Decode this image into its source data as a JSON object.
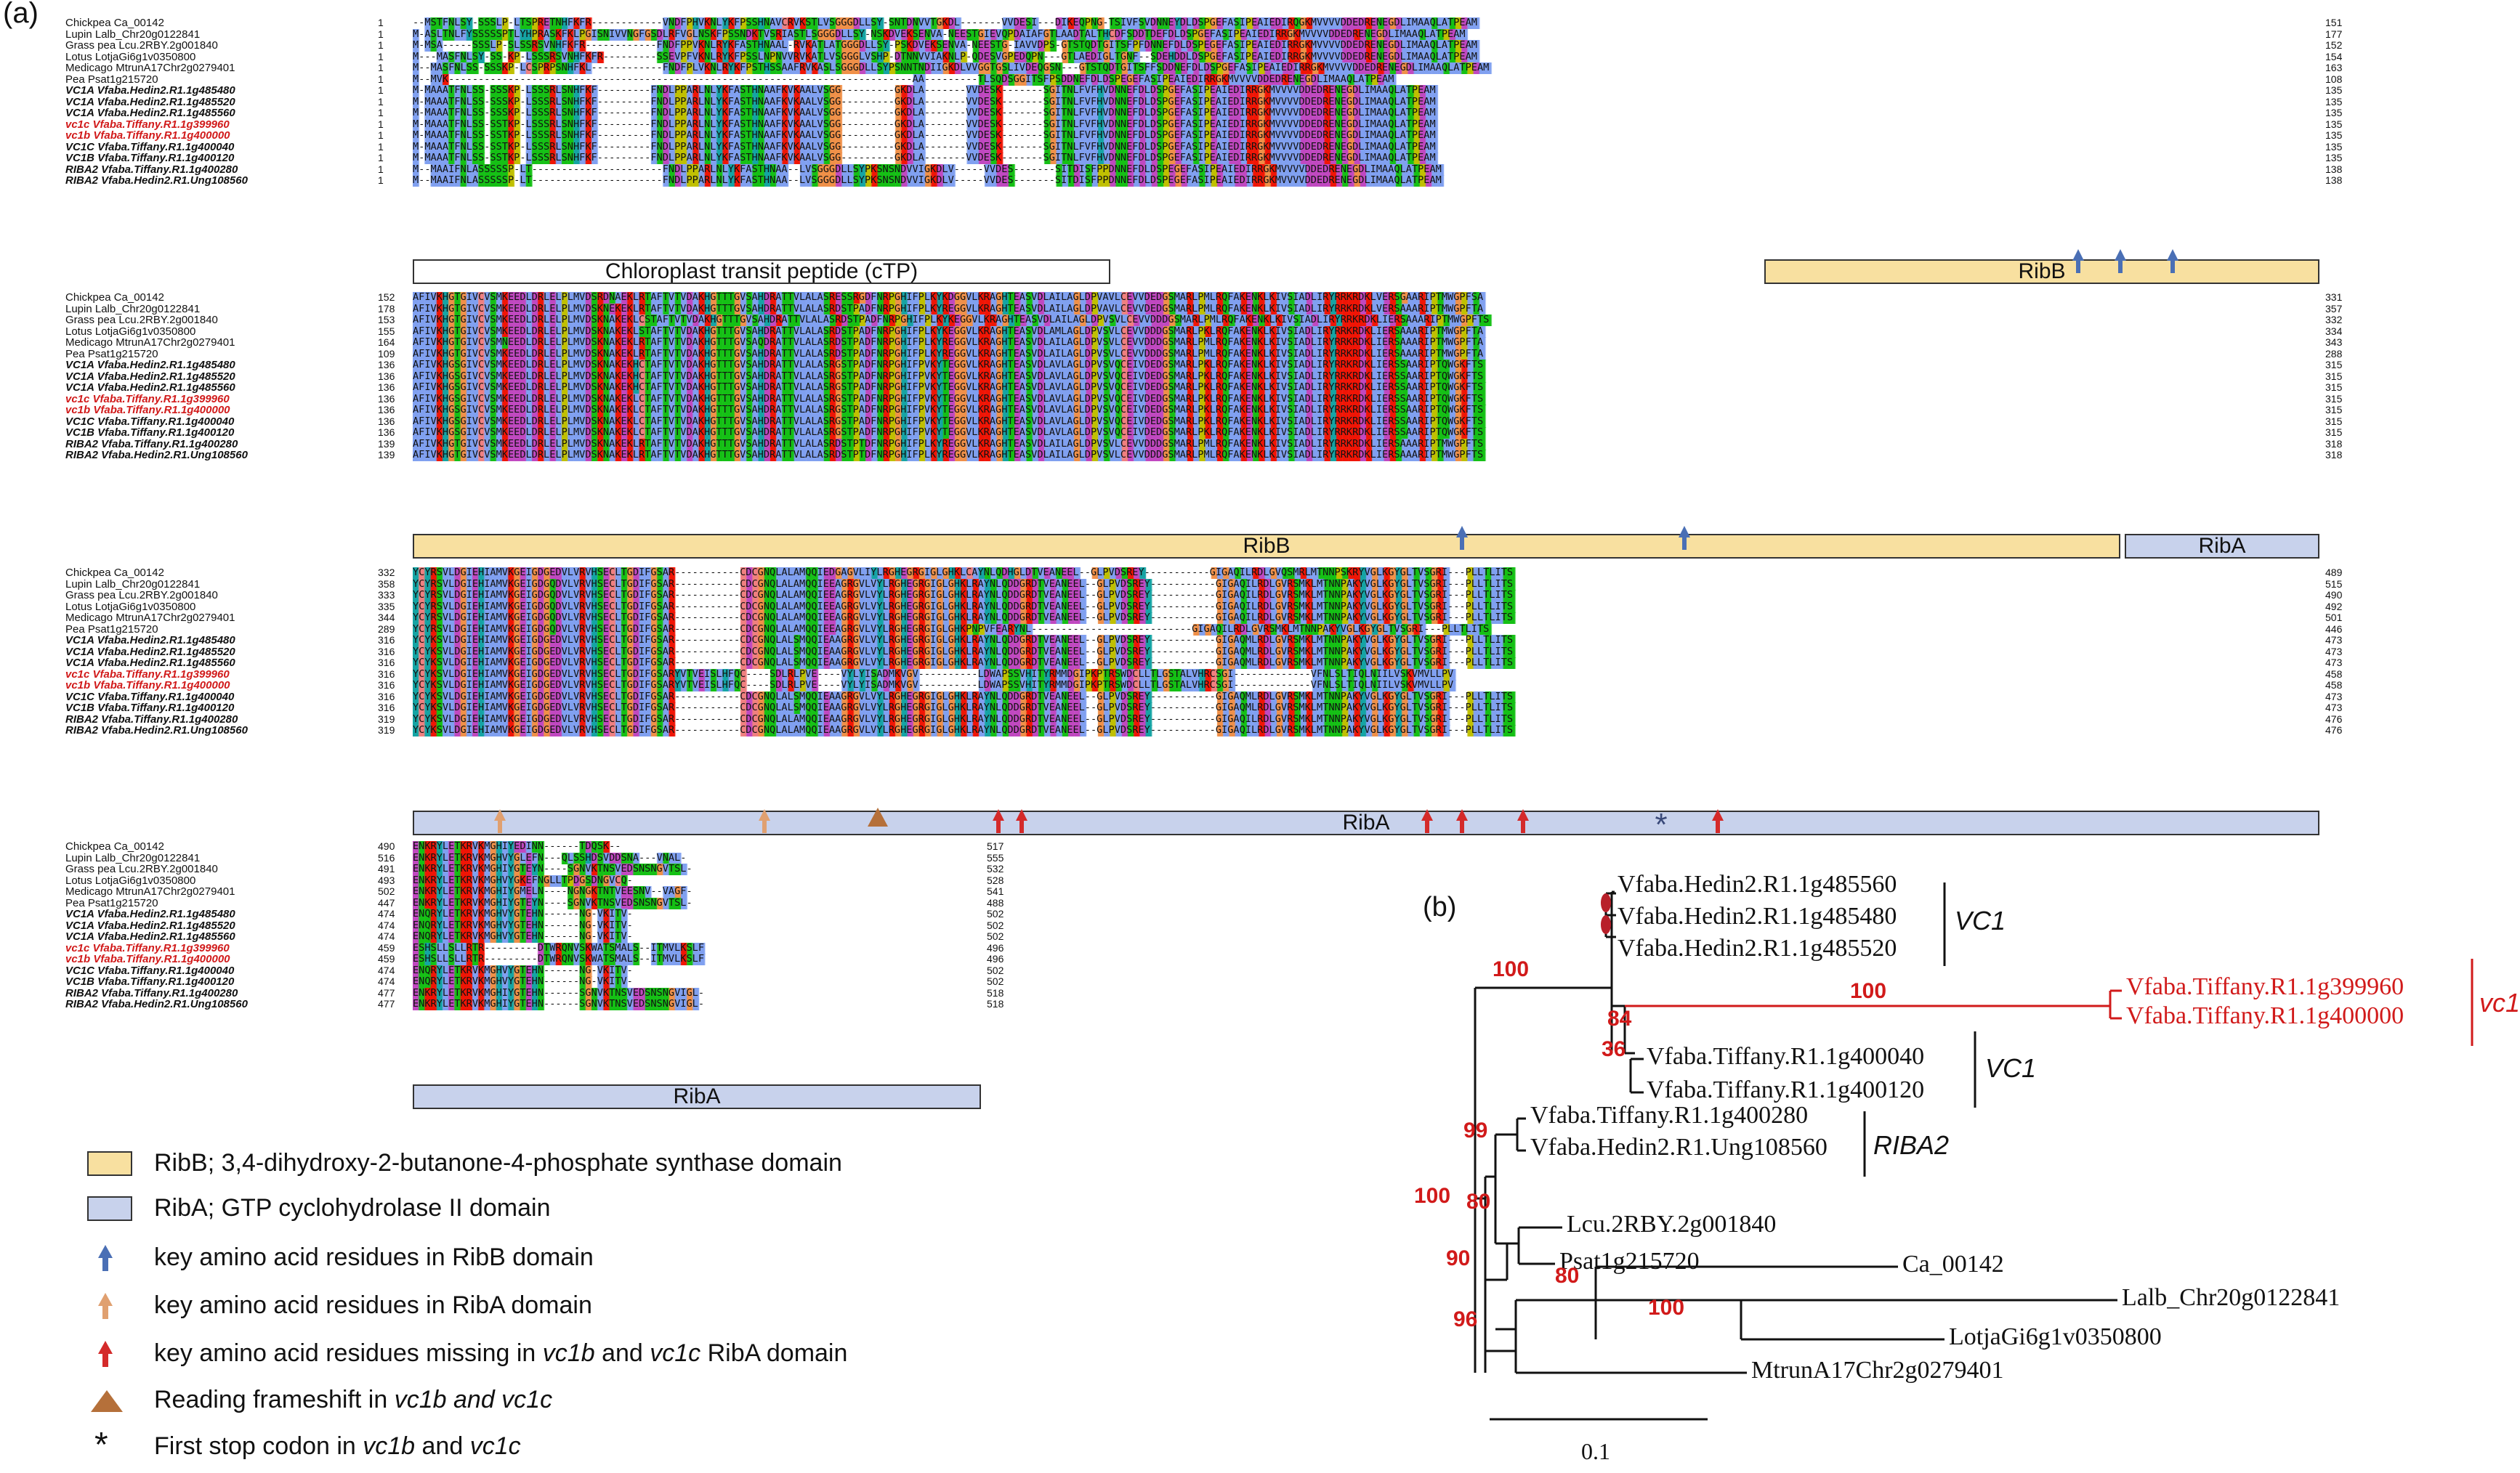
{
  "panel_a_label": "(a)",
  "panel_b_label": "(b)",
  "sequence_names": [
    {
      "label": "Chickpea Ca_00142",
      "style": "plain"
    },
    {
      "label": "Lupin Lalb_Chr20g0122841",
      "style": "plain"
    },
    {
      "label": "Grass pea Lcu.2RBY.2g001840",
      "style": "plain"
    },
    {
      "label": "Lotus LotjaGi6g1v0350800",
      "style": "plain"
    },
    {
      "label": "Medicago MtrunA17Chr2g0279401",
      "style": "plain"
    },
    {
      "label": "Pea Psat1g215720",
      "style": "plain"
    },
    {
      "label": "VC1A Vfaba.Hedin2.R1.1g485480",
      "style": "bold"
    },
    {
      "label": "VC1A Vfaba.Hedin2.R1.1g485520",
      "style": "bold"
    },
    {
      "label": "VC1A Vfaba.Hedin2.R1.1g485560",
      "style": "bold"
    },
    {
      "label": "vc1c Vfaba.Tiffany.R1.1g399960",
      "style": "red"
    },
    {
      "label": "vc1b Vfaba.Tiffany.R1.1g400000",
      "style": "red"
    },
    {
      "label": "VC1C Vfaba.Tiffany.R1.1g400040",
      "style": "bold"
    },
    {
      "label": "VC1B Vfaba.Tiffany.R1.1g400120",
      "style": "bold"
    },
    {
      "label": "RIBA2 Vfaba.Tiffany.R1.1g400280",
      "style": "bold"
    },
    {
      "label": "RIBA2 Vfaba.Hedin2.R1.Ung108560",
      "style": "bold"
    }
  ],
  "blocks": [
    {
      "start_numbers": [
        "1",
        "1",
        "1",
        "1",
        "1",
        "1",
        "1",
        "1",
        "1",
        "1",
        "1",
        "1",
        "1",
        "1",
        "1"
      ],
      "end_numbers": [
        "151",
        "177",
        "152",
        "154",
        "163",
        "108",
        "135",
        "135",
        "135",
        "135",
        "135",
        "135",
        "135",
        "138",
        "138"
      ],
      "sequences": [
        "--MSTFNLSY-SSSLP-LTSPRETNHFKFR------------VNDFPHVKNLYKFPSSHNAVCRVKSTLVSGGGDLLSY-SNTDNVVTGKDL-------VVDESI---DIKEQPNG-TSIVFSVDNNEYDLDSPGEFASIPEAIEDIRQGKMVVVVDDEDRENEGDLIMAAQLATPEAM",
        "M-ASLTNLFYSSSSSPTLYHPRASKFKLPGISNIVVNGFGSDLRFVGLNSKFPSSNDKTVSRIASTLSGGGDLLSY-NSKDVEKSENVA-NEESTGIEVQPDAIAFGTLAADTALTHCDFSDDTDEFDLDSPGEFASIPEAIEDIRRGKMVVVVDDEDRENEGDLIMAAQLATPEAM",
        "M-MSA-----SSSLP-SLSSRSVNHFKFR------------FNDFPPVKNLRYKFASTHNAAL-RVKATLATGGGDLLSY-PSKDVEKSENVA-NEESTG-IAVVDPS-GTSTQDTGITSFPFDNNEFDLDSPEGEFASIPEAIEDIRRGKMVVVVDDEDRENEGDLIMAAQLATPEAM",
        "M---MASFNLSY-SS-KP-LSSSRSVNHFKFR---------SSEVPFVKNLRYKFPSSLNPNVVRVKATLVSGGGLVSHP-DTNNVVIAKNLP-QDESVGPEDQPN---GTLAEDIGLTGNF--SDEHDDLDSPGEFASIPEAIEDIRRGKMVVVVDDEDRENEGDLIMAAQLATPEAM",
        "M--MASFNLSS-SSSKP-LCSPRPSNHFKL------------FNDFPLVKNLRYKFPSTHSSAAFRVKASLSGGGDLLSYPSNNTNDIIGKDLVVGGTGSLIVDEQGSN---GTSTQDTGITSFFSDDNEFDLDSPGEFASIPEAIEDIRRGKMVVVVDDEDRENEGDLIMAAQLATPEAM",
        "M--MVK------------------------------------------------------------------------------AA---------TLSQDSGGITSFPSDDNEFDLDSPEGEFASIPEAIEDIRRGKMVVVVDDEDRENEGDLIMAAQLATPEAM",
        "M-MAAATFNLSS-SSSKP-LSSSRLSNHFKF---------FNDLPPARLNLYKFASTHNAAFKVKAALVSGG---------GKDLA-------VVDESK-------SGITNLFVFHVDNNEFDLDSPGEFASIPEAIEDIRRGKMVVVVDDEDRENEGDLIMAAQLATPEAM",
        "M-MAAATFNLSS-SSSKP-LSSSRLSNHFKF---------FNDLPPARLNLYKFASTHNAAFKVKAALVSGG---------GKDLA-------VVDESK-------SGITNLFVFHVDNNEFDLDSPGEFASIPEAIEDIRRGKMVVVVDDEDRENEGDLIMAAQLATPEAM",
        "M-MAAATFNLSS-SSSKP-LSSSRLSNHFKF---------FNDLPPARLNLYKFASTHNAAFKVKAALVSGG---------GKDLA-------VVDESK-------SGITNLFVFHVDNNEFDLDSPGEFASIPEAIEDIRRGKMVVVVDDEDRENEGDLIMAAQLATPEAM",
        "M-MAAATFNLSS-SSTKP-LSSSRLSNHFKF---------FNDLPPARLNLYKFASTHNAAFKVKAALVSGG---------GKDLA-------VVDESK-------SGITNLFVFHVDNNEFDLDSPGEFASIPEAIEDIRRGKMVVVVDDEDRENEGDLIMAAQLATPEAM",
        "M-MAAATFNLSS-SSTKP-LSSSRLSNHFKF---------FNDLPPARLNLYKFASTHNAAFKVKAALVSGG---------GKDLA-------VVDESK-------SGITNLFVFHVDNNEFDLDSPGEFASIPEAIEDIRRGKMVVVVDDEDRENEGDLIMAAQLATPEAM",
        "M-MAAATFNLSS-SSTKP-LSSSRLSNHFKF---------FNDLPPARLNLYKFASTHNAAFKVKAALVSGG---------GKDLA-------VVDESK-------SGITNLFVFHVDNNEFDLDSPGEFASIPEAIEDIRRGKMVVVVDDEDRENEGDLIMAAQLATPEAM",
        "M-MAAATFNLSS-SSTKP-LSSSRLSNHFKF---------FNDLPPARLNLYKFASTHNAAFKVKAALVSGG---------GKDLA-------VVDESK-------SGITNLFVFHVDNNEFDLDSPGEFASIPEAIEDIRRGKMVVVVDDEDRENEGDLIMAAQLATPEAM",
        "M--MAAIFNLASSSSSP-LT----------------------FNDLPPARLNLYKFASTHNAA--LVSGGGDLLSYPKSNSNDVVIGKDLV-----VVDES-------SITDISFPPDNNEFDLDSPEGEFASIPEAIEDIRRGKMVVVVDDEDRENEGDLIMAAQLATPEAM",
        "M--MAAIFNLASSSSSP-LT----------------------FNDLPPARLNLYKFASTHNAA--LVSGGGDLLSYPKSNSNDVVIGKDLV-----VVDES-------SITDISFPPDNNEFDLDSPEGEFASIPEAIEDIRRGKMVVVVDDEDRENEGDLIMAAQLATPEAM"
      ]
    },
    {
      "start_numbers": [
        "152",
        "178",
        "153",
        "155",
        "164",
        "109",
        "136",
        "136",
        "136",
        "136",
        "136",
        "136",
        "136",
        "139",
        "139"
      ],
      "end_numbers": [
        "331",
        "357",
        "332",
        "334",
        "343",
        "288",
        "315",
        "315",
        "315",
        "315",
        "315",
        "315",
        "315",
        "318",
        "318"
      ],
      "sequences": [
        "AFIVKHGTGIVCVSMKEEDLDRLELPLMVDSRDNAEKLRTAFTVTVDAKHGTTTGVSAHDRATTVLALASRESSRGDFNRPGHIFPLKYKDGGVLKRAGHTEASVDLAILAGLDPVAVLCEVVDEDGSMARLPMLRQFAKENKLKIVSIADLIRYRRKRDKLVERSGAARIPTMWGPFSA",
        "AFIVKHGTGIVCVSMKEEDLDRLELPLMVDSKNEKEKLRTAFTVTVDAKHGTTTGVSAHDRATTVLALASRDSTPADFNRPGHIFPLKYREGGVLKRAGHTEASVDLAILAGLDPVAVLCEVVDEDGSMARLPMLRQFAKENKLKIVSIADLIRYRRKRDKLVERSAAARIPTMWGPFTA",
        "AFIVKHGTGIVCVSMKEEDLDRLELPLMVDSKNAKEKLCSTAFTVTVDAKHGTTTGVSAHDRATTVLALASRDSTPADFNRPGHIFPLKYKEGGVLKRAGHTEASVDLAILAGLDPVSVLCEVVDDDGSMARLPMLRQFAKENKLKIVSIADLIRYRRKRDKLIERSAAARIPTMWGPFTS",
        "AFIVKHGTGIVCVSMKEEDLDRLELPLMVDSKNAKEKLSTAFTVTVDAKHGTTTGVSAHDRATTVLALASRDSTPADFNRPGHIFPLKYKEGGVLKRAGHTEASVDLAMLAGLDPVSVLCEVVDDDGSMARLPKLRQFAKENKLKIVSIADLIRYRRKRDKLIERSAAARIPTMWGPFTA",
        "AFIVKHGTGIVCVSMNEEDLDRLELPLMVDSKNAKEKLRTAFTVTVDAKHGTTTGVSAQDRATTVLALASRDSTPADFNRPGHIFPLKYREGGVLKRAGHTEASVDLAILAGLDPVSVLCEVVDDDGSMARLPMLRQFAKENKLKIVSIADLIRYRRKRDKLIERSAAARIPTMWGPFTA",
        "AFIVKHGTGIVCVSMKEEDLDRLELPLMVDSKNAKEKLRTAFTVTVDAKHGTTTGVSAHDRATTVLALASRDSTPADFNRPGHIFPLKYREGGVLKRAGHTEASVDLAILAGLDPVSVLCEVVDDDGSMARLPMLRQFAKENKLKIVSIADLIRYRRKRDKLIERSAAARIPTMWGPFTA",
        "AFIVKHGSGIVCVSMKEEDLDRLELPLMVDSKNAKEKHCTAFTVTVDAKHGTTTGVSAHDRATTVLALASRGSTPADFNRPGHIFPVKYTEGGVLKRAGHTEASVDLAVLAGLDPVSVQCEIVDEDGSMARLPKLRQFAKENKLKIVSIADLIRYRRKRDKLIERSSAARIPTQWGKFTS",
        "AFIVKHGSGIVCVSMKEEDLDRLELPLMVDSKNAKEKHCTAFTVTVDAKHGTTTGVSAHDRATTVLALASRGSTPADFNRPGHIFPVKYTEGGVLKRAGHTEASVDLAVLAGLDPVSVQCEIVDEDGSMARLPKLRQFAKENKLKIVSIADLIRYRRKRDKLIERSSAARIPTQWGKFTS",
        "AFIVKHGSGIVCVSMKEEDLDRLELPLMVDSKNAKEKHCTAFTVTVDAKHGTTTGVSAHDRATTVLALASRGSTPADFNRPGHIFPVKYTEGGVLKRAGHTEASVDLAVLAGLDPVSVQCEIVDEDGSMARLPKLRQFAKENKLKIVSIADLIRYRRKRDKLIERSSAARIPTQWGKFTS",
        "AFIVKHGSGIVCVSMKEEDLDRLELPLMVDSKNAKEKLCTAFTVTVDAKHGTTTGVSAHDRATTVLALASRGSTPADFNRPGHIFPVKYTEGGVLKRAGHTEASVDLAVLAGLDPVSVQCEIVDEDGSMARLPKLRQFAKENKLKIVSIADLIRYRRKRDKLIERSSAARIPTQWGKFTS",
        "AFIVKHGSGIVCVSMKEEDLDRLELPLMVDSKNAKEKLCTAFTVTVDAKHGTTTGVSAHDRATTVLALASRGSTPADFNRPGHIFPVKYTEGGVLKRAGHTEASVDLAVLAGLDPVSVQCEIVDEDGSMARLPKLRQFAKENKLKIVSIADLIRYRRKRDKLIERSSAARIPTQWGKFTS",
        "AFIVKHGSGIVCVSMKEEDLDRLELPLMVDSKNAKEKLCTAFTVTVDAKHGTTTGVSAHDRATTVLALASRGSTPADFNRPGHIFPVKYTEGGVLKRAGHTEASVDLAVLAGLDPVSVQCEIVDEDGSMARLPKLRQFAKENKLKIVSIADLIRYRRKRDKLIERSSAARIPTQWGKFTS",
        "AFIVKHGSGIVCVSMKEEDLDRLELPLMVDSKNAKEKLCTAFTVTVDAKHGTTTGVSAHDRATTVLALASRGSTPADFNRPGHIFPVKYTEGGVLKRAGHTEASVDLAVLAGLDPVSVQCEIVDEDGSMARLPKLRQFAKENKLKIVSIADLIRYRRKRDKLIERSSAARIPTQWGKFTS",
        "AFIVKHGTGIVCVSMKEEDLDRLELPLMVDSKNAKEKLRTAFTVTVDAKHGTTTGVSAHDRATTVLALASRDSTPTDFNRPGHIFPLKYREGGVLKRAGHTEASVDLAILAGLDPVSVLCEVVDDDGSMARLPMLRQFAKENKLKIVSIADLIRYRRKRDKLIERSAAARIPTMWGPFTS",
        "AFIVKHGTGIVCVSMKEEDLDRLELPLMVDSKNAKEKLRTAFTVTVDAKHGTTTGVSAHDRATTVLALASRDSTPTDFNRPGHIFPLKYREGGVLKRAGHTEASVDLAILAGLDPVSVLCEVVDDDGSMARLPMLRQFAKENKLKIVSIADLIRYRRKRDKLIERSAAARIPTMWGPFTS"
      ]
    },
    {
      "start_numbers": [
        "332",
        "358",
        "333",
        "335",
        "344",
        "289",
        "316",
        "316",
        "316",
        "316",
        "316",
        "316",
        "316",
        "319",
        "319"
      ],
      "end_numbers": [
        "489",
        "515",
        "490",
        "492",
        "501",
        "446",
        "473",
        "473",
        "473",
        "458",
        "458",
        "473",
        "473",
        "476",
        "476"
      ],
      "sequences": [
        "YCYRSVLDGIEHIAMVKGEIGDGEDVLVRVHSECLTGDIFGSAR-----------CDCGNQLALAMQQIEDGAGVLIYLRGHEGRGIGLGHKLCAYNLQDHGLDTVEANEEL--GLPVDSREY-----------GIGAQILRDLGVQSMRLMTNNPSKRYVGLKGYGLTVSGRI---PLLTLITS",
        "YCYRSVLDGIEHIAMVKGEIGDGQDVLVRVHSECLTGDIFGSAR-----------CDCGNQLALAMQQIEEAGRGVLVYLRGHEGRGIGLGHKLRAYNLQDDGRDTVEANEEL--GLPVDSREY-----------GIGAQILRDLGVRSMKLMTNNPAKYVGLKGYGLTVSGRI---PLLTLITS",
        "YCYRSVLDGIEHIAMVKGEIGDGQDVLVRVHSECLTGDIFGSAR-----------CDCGNQLALAMQQIEEAGRGVLVYLRGHEGRGIGLGHKLRAYNLQDDGRDTVEANEEL--GLPVDSREY-----------GIGAQILRDLGVRSMKLMTNNPAKYVGLKGYGLTVSGRI---PLLTLITS",
        "YCYRSVLDGIEHIAMVKGEIGDGQDVLVRVHSECLTGDIFGSAR-----------CDCGNQLALAMQQIEEAGRGVLVYLRGHEGRGIGLGHKLRAYNLQDDGRDTVEANEEL--GLPVDSREY-----------GIGAQILRDLGVRSMKLMTNNPAKYVGLKGYGLTVSGRI---PLLTLITS",
        "YCYRSVLDGIEHIAMVKGEIGDGQDVLVRVHSECLTGDIFGSAR-----------CDCGNQLALAMQQIEEAGRGVLVYLRGHEGRGIGLGHKLRAYNLQDDGRDTVEANEEL--GLPVDSREY-----------GIGAQILRDLGVRSMKLMTNNPAKYVGLKGYGLTVSGRI---PLLTLITS",
        "YCYRSVLDGIEHIAMVKGEIGDGQDVLVRVHSECLTGDIFGSAR-----------CDCGNQLALAMQQIEEAGRGVLVYLRGHEGRGIGLGHKPNPVFEARYNL---------------------------GIGAQILRDLGVRSMKLMTNNPAKYVGLKGYGLTVSGRI---PLLTLITS",
        "YCYKSVLDGIEHIAMVKGEIGDGEDVLVRVHSECLTGDIFGSAR-----------CDCGNQLALSMQQIEAAGRGVLVYLRGHEGRGIGLGHKLRAYNLQDDGRDTVEANEEL--GLPVDSREY-----------GIGAQMLRDLGVRSMKLMTNNPAKYVGLKGYGLTVSGRI---PLLTLITS",
        "YCYKSVLDGIEHIAMVKGEIGDGEDVLVRVHSECLTGDIFGSAR-----------CDCGNQLALSMQQIEAAGRGVLVYLRGHEGRGIGLGHKLRAYNLQDDGRDTVEANEEL--GLPVDSREY-----------GIGAQMLRDLGVRSMKLMTNNPAKYVGLKGYGLTVSGRI---PLLTLITS",
        "YCYKSVLDGIEHIAMVKGEIGDGEDVLVRVHSECLTGDIFGSAR-----------CDCGNQLALSMQQIEAAGRGVLVYLRGHEGRGIGLGHKLRAYNLQDDGRDTVEANEEL--GLPVDSREY-----------GIGAQMLRDLGVRSMKLMTNNPAKYVGLKGYGLTVSGRI---PLLTLITS",
        "YCYKSVLDGIEHIAMVKGEIGDGEDVLVRVHSECLTGDIFGSARYVTVEISLHFQC----SDLRLPVE----VYLYISADMKVGV----------LDWAPSSVHITYRMMDGIPKPTRSWDCLLTLGSTALVHRCSGI-------------VFNLSLTIQLNIILVSKVMVLLPV",
        "YCYKSVLDGIEHIAMVKGEIGDGEDVLVRVHSECLTGDIFGSARYVTVEISLHFQC----SDLRLPVE----VYLYISADMKVGV----------LDWAPSSVHITYRMMDGIPKPTRSWDCLLTLGSTALVHRCSGI-------------VFNLSLTIQLNIILVSKVMVLLPV",
        "YCYKSVLDGIEHIAMVKGEIGDGEDVLVRVHSECLTGDIFGSAR-----------CDCGNQLALSMQQIEAAGRGVLVYLRGHEGRGIGLGHKLRAYNLQDDGRDTVEANEEL--GLPVDSREY-----------GIGAQMLRDLGVRSMKLMTNNPAKYVGLKGYGLTVSGRI---PLLTLITS",
        "YCYKSVLDGIEHIAMVKGEIGDGEDVLVRVHSECLTGDIFGSAR-----------CDCGNQLALSMQQIEAAGRGVLVYLRGHEGRGIGLGHKLRAYNLQDDGRDTVEANEEL--GLPVDSREY-----------GIGAQMLRDLGVRSMKLMTNNPAKYVGLKGYGLTVSGRI---PLLTLITS",
        "YCYKSVLDGIEHIAMVKGEIGDGEDVLVRVHSECLTGDIFGSAR-----------CDCGNQLALAMQQIEAAGRGVLVYLRGHEGRGIGLGHKLRAYNLQDDGRDTVEANEEL--GLPVDSREY-----------GIGAQILRDLGVRSMKLMTNNPAKYVGLKGYGLTVSGRI---PLLTLITS",
        "YCYKSVLDGIEHIAMVKGEIGDGEDVLVRVHSECLTGDIFGSAR-----------CDCGNQLALAMQQIEAAGRGVLVYLRGHEGRGIGLGHKLRAYNLQDDGRDTVEANEEL--GLPVDSREY-----------GIGAQILRDLGVRSMKLMTNNPAKYVGLKGYGLTVSGRI---PLLTLITS"
      ]
    },
    {
      "start_numbers": [
        "490",
        "516",
        "491",
        "493",
        "502",
        "447",
        "474",
        "474",
        "474",
        "459",
        "459",
        "474",
        "474",
        "477",
        "477"
      ],
      "end_numbers": [
        "517",
        "555",
        "532",
        "528",
        "541",
        "488",
        "502",
        "502",
        "502",
        "496",
        "496",
        "502",
        "502",
        "518",
        "518"
      ],
      "sequences": [
        "ENKRYLETKRVKMGHIYEDINN------TDQSK--",
        "ENKRYLETKRVKMGHVYGLEFN---QLSSHDSVDDSNA---VNAL-",
        "ENKRYLETKRVKMGHIYGTEYN----SGNVKTNSVEDSNSNGVTSL-",
        "ENKRYLETKRVKMGHVYGKEFNGLLTPDGSDNGVCQ-",
        "ENKRYLETKRVKMGHIYGMELN----NGNGKTNTVEESNV--VAGF-",
        "ENKRYLETKRVKMGHIYGTEYN----SGNVKTNSVEDSNSNGVTSL-",
        "ENQRYLETKRVKMGHVYGTEHN------NG-VKITV-",
        "ENQRYLETKRVKMGHVYGTEHN------NG-VKITV-",
        "ENQRYLETKRVKMGHVYGTEHN------NG-VKITV-",
        "ESHSLLSLLRTR---------DTWRQNVSKWATSMALS--ITMVLKSLF",
        "ESHSLLSLLRTR---------DTWRQNVSKWATSMALS--ITMVLKSLF",
        "ENQRYLETKRVKMGHVYGTEHN------NG-VKITV-",
        "ENQRYLETKRVKMGHVYGTEHN------NG-VKITV-",
        "ENKRYLETKRVKMGHIYGTEHN------SGNVKTNSVEDSNSNGVIGL-",
        "ENKRYLETKRVKMGHIYGTEHN------SGNVKTNSVEDSNSNGVIGL-"
      ]
    }
  ],
  "domain_bars": {
    "ctp": "Chloroplast transit peptide (cTP)",
    "ribb": "RibB",
    "riba": "RibA"
  },
  "legend": {
    "ribb_text": "RibB; 3,4-dihydroxy-2-butanone-4-phosphate synthase domain",
    "riba_text": "RibA; GTP cyclohydrolase II domain",
    "blue_arrow_text": "key amino acid residues in RibB domain",
    "orange_arrow_text": "key amino acid residues in RibA domain",
    "red_arrow_text_a": "key amino acid residues missing in ",
    "red_arrow_text_b": "vc1b",
    "red_arrow_text_c": " and ",
    "red_arrow_text_d": "vc1c",
    "red_arrow_text_e": " RibA domain",
    "triangle_text_a": "Reading frameshift in ",
    "triangle_text_b": "vc1b and vc1c",
    "star_text_a": "First stop codon in ",
    "star_text_b": "vc1b",
    "star_text_c": " and ",
    "star_text_d": "vc1c"
  },
  "colors": {
    "ribb_fill": "#f8e0a0",
    "riba_fill": "#c8d2ec",
    "blue_arrow": "#4a6fb5",
    "orange_arrow": "#e0a070",
    "red_arrow": "#d42a2a",
    "triangle": "#b5703a",
    "star": "#3a4a7a",
    "bootstrap": "#d11a1a",
    "vc1_red": "#d11a1a"
  },
  "tree": {
    "tips": {
      "t1": "Vfaba.Hedin2.R1.1g485560",
      "t2": "Vfaba.Hedin2.R1.1g485480",
      "t3": "Vfaba.Hedin2.R1.1g485520",
      "t4": "Vfaba.Tiffany.R1.1g399960",
      "t5": "Vfaba.Tiffany.R1.1g400000",
      "t6": "Vfaba.Tiffany.R1.1g400040",
      "t7": "Vfaba.Tiffany.R1.1g400120",
      "t8": "Vfaba.Tiffany.R1.1g400280",
      "t9": "Vfaba.Hedin2.R1.Ung108560",
      "t10": "Lcu.2RBY.2g001840",
      "t11": "Psat1g215720",
      "t12": "Ca_00142",
      "t13": "Lalb_Chr20g0122841",
      "t14": "LotjaGi6g1v0350800",
      "t15": "MtrunA17Chr2g0279401"
    },
    "clades": {
      "vc1_top": "VC1",
      "vc1_mid": "VC1",
      "vc1_red": "vc1",
      "riba2": "RIBA2"
    },
    "bootstraps": {
      "b100a": "100",
      "b100b": "100",
      "b84": "84",
      "b36": "36",
      "b99": "99",
      "b100c": "100",
      "b80a": "80",
      "b90": "90",
      "b80b": "80",
      "b100d": "100",
      "b96": "96"
    },
    "scale_label": "0.1"
  }
}
